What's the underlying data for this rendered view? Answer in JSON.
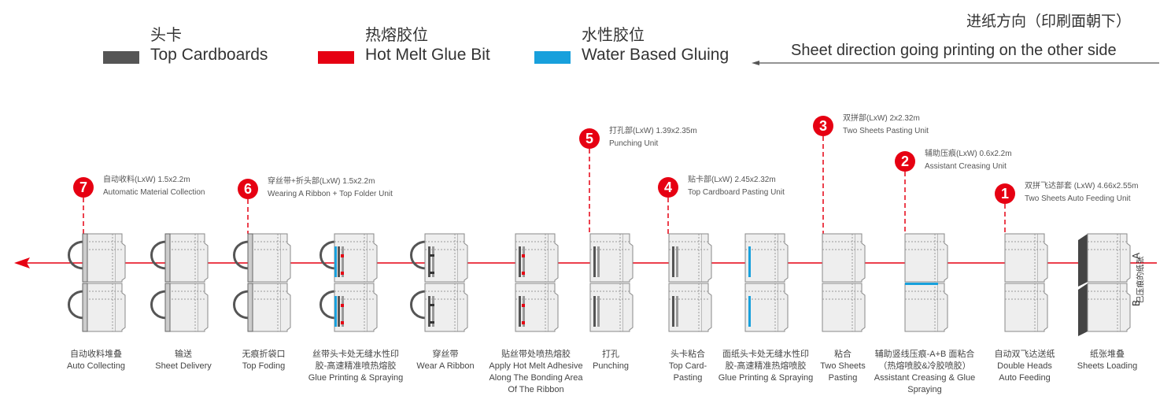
{
  "colors": {
    "top_cardboard": "#555555",
    "hot_melt": "#e60012",
    "water_glue": "#18a0dc",
    "flow_line": "#e60012"
  },
  "legend": [
    {
      "cn": "头卡",
      "en": "Top Cardboards",
      "color": "#555555"
    },
    {
      "cn": "热熔胶位",
      "en": "Hot Melt Glue Bit",
      "color": "#e60012"
    },
    {
      "cn": "水性胶位",
      "en": "Water Based Gluing",
      "color": "#18a0dc"
    }
  ],
  "direction": {
    "cn": "进纸方向（印刷面朝下）",
    "en": "Sheet direction going printing on the other side",
    "icon": "arrow-left-icon"
  },
  "units": [
    {
      "num": "7",
      "cn": "自动收料(LxW) 1.5x2.2m",
      "en": "Automatic Material Collection"
    },
    {
      "num": "6",
      "cn": "穿丝带+折头部(LxW) 1.5x2.2m",
      "en": "Wearing A Ribbon + Top Folder Unit"
    },
    {
      "num": "5",
      "cn": "打孔部(LxW) 1.39x2.35m",
      "en": "Punching Unit"
    },
    {
      "num": "4",
      "cn": "贴卡部(LxW) 2.45x2.32m",
      "en": "Top Cardboard Pasting Unit"
    },
    {
      "num": "3",
      "cn": "双拼部(LxW) 2x2.32m",
      "en": "Two Sheets Pasting Unit"
    },
    {
      "num": "2",
      "cn": "辅助压痕(LxW) 0.6x2.2m",
      "en": "Assistant Creasing Unit"
    },
    {
      "num": "1",
      "cn": "双拼飞达部套 (LxW) 4.66x2.55m",
      "en": "Two Sheets Auto Feeding Unit"
    }
  ],
  "side_labels": {
    "a": "A",
    "b": "B",
    "cn": "已压痕的纸张"
  },
  "stations": [
    {
      "lines": [
        "自动收料堆叠",
        "Auto Collecting"
      ]
    },
    {
      "lines": [
        "输送",
        "Sheet Delivery"
      ]
    },
    {
      "lines": [
        "无痕折袋口",
        "Top Foding"
      ]
    },
    {
      "lines": [
        "丝带头卡处无缝水性印",
        "胶-高速精准喷热熔胶",
        "Glue Printing & Spraying"
      ]
    },
    {
      "lines": [
        "穿丝带",
        "Wear A Ribbon"
      ]
    },
    {
      "lines": [
        "贴丝带处喷热熔胶",
        "Apply Hot Melt Adhesive",
        "Along The Bonding Area",
        "Of The Ribbon"
      ]
    },
    {
      "lines": [
        "打孔",
        "Punching"
      ]
    },
    {
      "lines": [
        "头卡粘合",
        "Top Card-",
        "Pasting"
      ]
    },
    {
      "lines": [
        "面纸头卡处无缝水性印",
        "胶-高速精准热熔喷胶",
        "Glue Printing & Spraying"
      ]
    },
    {
      "lines": [
        "粘合",
        "Two Sheets",
        "Pasting"
      ]
    },
    {
      "lines": [
        "辅助竖线压痕-A+B 面粘合",
        "（热熔喷胶&冷胶喷胶）",
        "Assistant Creasing & Glue",
        "Spraying"
      ]
    },
    {
      "lines": [
        "自动双飞达送纸",
        "Double Heads",
        "Auto Feeding"
      ]
    },
    {
      "lines": [
        "纸张堆叠",
        "Sheets Loading"
      ]
    }
  ]
}
